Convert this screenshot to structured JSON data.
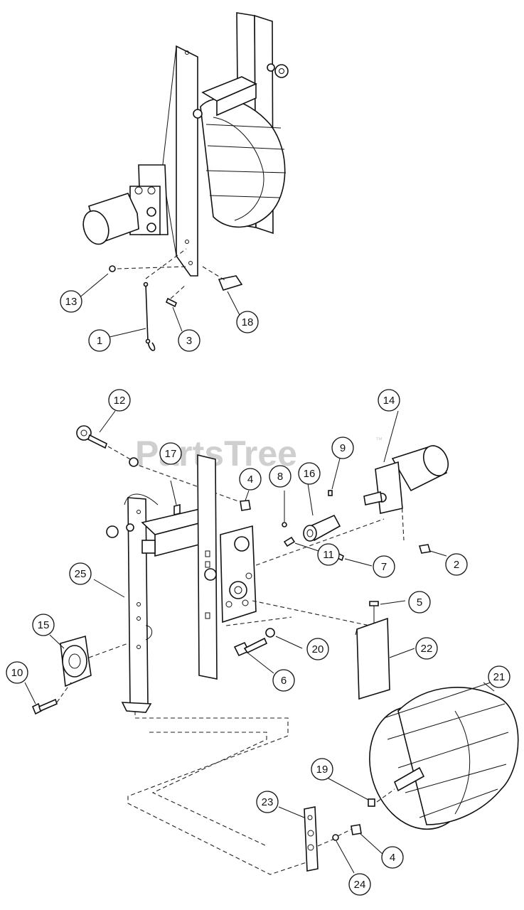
{
  "watermark": {
    "text": "PartsTree",
    "trademark": "™"
  },
  "callouts": [
    {
      "id": "c13a",
      "label": "13"
    },
    {
      "id": "c18",
      "label": "18"
    },
    {
      "id": "c1",
      "label": "1"
    },
    {
      "id": "c3",
      "label": "3"
    },
    {
      "id": "c12",
      "label": "12"
    },
    {
      "id": "c14",
      "label": "14"
    },
    {
      "id": "c9",
      "label": "9"
    },
    {
      "id": "c17",
      "label": "17"
    },
    {
      "id": "c4a",
      "label": "4"
    },
    {
      "id": "c8",
      "label": "8"
    },
    {
      "id": "c16",
      "label": "16"
    },
    {
      "id": "c11",
      "label": "11"
    },
    {
      "id": "c7",
      "label": "7"
    },
    {
      "id": "c2",
      "label": "2"
    },
    {
      "id": "c25",
      "label": "25"
    },
    {
      "id": "c5",
      "label": "5"
    },
    {
      "id": "c15",
      "label": "15"
    },
    {
      "id": "c20",
      "label": "20"
    },
    {
      "id": "c22",
      "label": "22"
    },
    {
      "id": "c6",
      "label": "6"
    },
    {
      "id": "c10",
      "label": "10"
    },
    {
      "id": "c21",
      "label": "21"
    },
    {
      "id": "c19",
      "label": "19"
    },
    {
      "id": "c23",
      "label": "23"
    },
    {
      "id": "c4b",
      "label": "4"
    },
    {
      "id": "c24",
      "label": "24"
    }
  ]
}
